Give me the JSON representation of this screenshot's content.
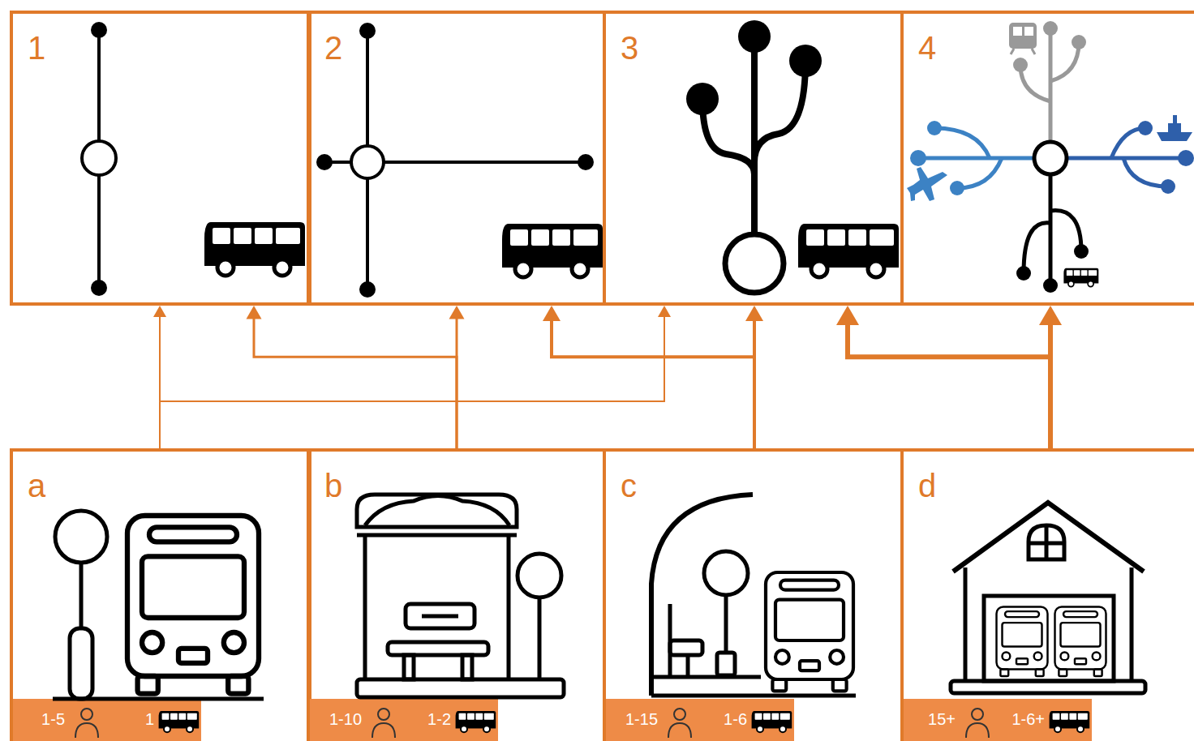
{
  "diagram": {
    "nodes": [
      {
        "text": [
          "1"
        ]
      },
      {
        "text": [
          "2"
        ]
      },
      {
        "text": [
          "3"
        ]
      },
      {
        "text": [
          "4"
        ]
      },
      {
        "text": [
          "a"
        ]
      },
      {
        "text": [
          "1-5",
          "1"
        ],
        "in": 4
      },
      {
        "text": [
          "b"
        ]
      },
      {
        "text": [
          "1-10",
          "1-2"
        ],
        "in": 6
      },
      {
        "text": [
          "c"
        ]
      },
      {
        "text": [
          "1-15",
          "1-6"
        ],
        "in": 8
      },
      {
        "text": [
          "d"
        ]
      },
      {
        "text": [
          "15+",
          "1-6+"
        ],
        "in": 10
      }
    ],
    "edges": [
      {
        "from": 4,
        "to": 0,
        "arrow": "to"
      },
      {
        "from": 4,
        "to": 1,
        "arrow": "to"
      },
      {
        "from": 6,
        "to": 0,
        "arrow": "to"
      },
      {
        "from": 6,
        "to": 1,
        "arrow": "to"
      },
      {
        "from": 8,
        "to": 1,
        "arrow": "to"
      },
      {
        "from": 8,
        "to": 2,
        "arrow": "to"
      },
      {
        "from": 10,
        "to": 2,
        "arrow": "to"
      },
      {
        "from": 10,
        "to": 3,
        "arrow": "to"
      }
    ]
  }
}
